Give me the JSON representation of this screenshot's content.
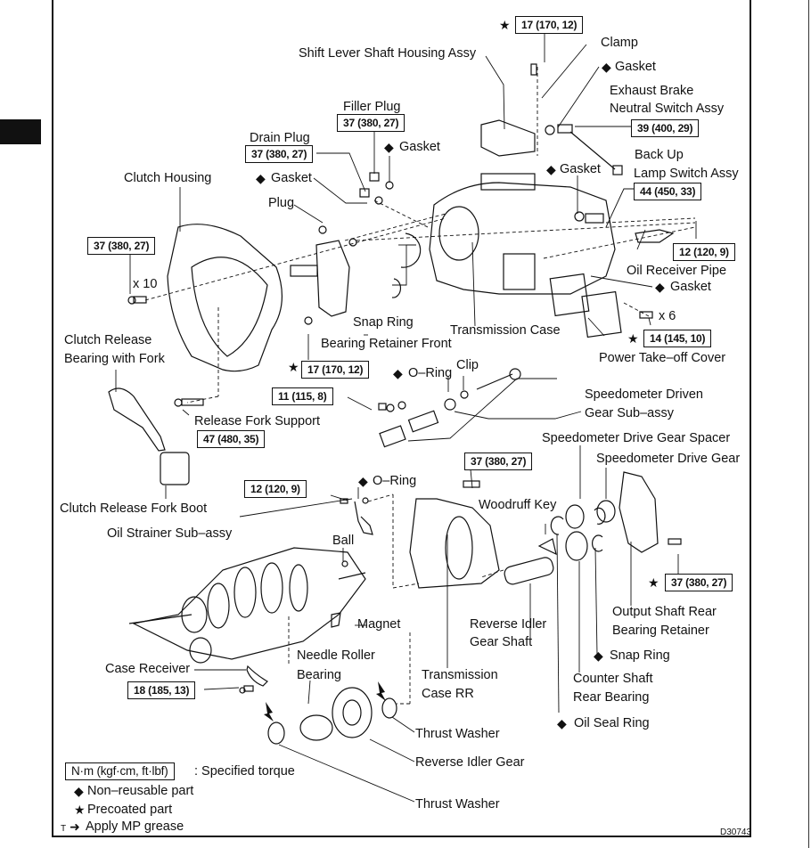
{
  "diagram": {
    "code": "D30743",
    "parts": {
      "shift_lever": "Shift Lever Shaft Housing Assy",
      "clamp": "Clamp",
      "gasket": "Gasket",
      "exhaust_brake_1": "Exhaust Brake",
      "exhaust_brake_2": "Neutral Switch Assy",
      "back_up_1": "Back Up",
      "back_up_2": "Lamp Switch Assy",
      "filler_plug": "Filler Plug",
      "drain_plug": "Drain Plug",
      "clutch_housing": "Clutch Housing",
      "plug": "Plug",
      "x10": "x 10",
      "x6": "x 6",
      "oil_receiver_pipe": "Oil Receiver Pipe",
      "snap_ring": "Snap Ring",
      "bearing_retainer_front": "Bearing Retainer Front",
      "transmission_case": "Transmission Case",
      "power_takeoff_cover": "Power Take–off Cover",
      "clutch_release_1": "Clutch Release",
      "clutch_release_2": "Bearing with Fork",
      "o_ring": "O–Ring",
      "clip": "Clip",
      "speedo_driven_1": "Speedometer Driven",
      "speedo_driven_2": "Gear Sub–assy",
      "release_fork_support": "Release Fork Support",
      "speedo_drive_spacer": "Speedometer Drive Gear Spacer",
      "speedo_drive_gear": "Speedometer Drive Gear",
      "clutch_release_fork_boot": "Clutch Release Fork Boot",
      "oil_strainer": "Oil Strainer Sub–assy",
      "woodruff_key": "Woodruff Key",
      "ball": "Ball",
      "magnet": "Magnet",
      "output_shaft_1": "Output Shaft Rear",
      "output_shaft_2": "Bearing Retainer",
      "reverse_idler_shaft_1": "Reverse Idler",
      "reverse_idler_shaft_2": "Gear Shaft",
      "case_receiver": "Case Receiver",
      "needle_roller_1": "Needle Roller",
      "needle_roller_2": "Bearing",
      "trans_case_rr_1": "Transmission",
      "trans_case_rr_2": "Case RR",
      "counter_shaft_1": "Counter Shaft",
      "counter_shaft_2": "Rear Bearing",
      "oil_seal_ring": "Oil Seal Ring",
      "thrust_washer": "Thrust Washer",
      "reverse_idler_gear": "Reverse Idler Gear"
    },
    "torques": {
      "shift_lever_bolt": "17 (170, 12)",
      "exhaust_brake_switch": "39 (400, 29)",
      "filler_plug": "37 (380, 27)",
      "drain_plug": "37 (380, 27)",
      "back_up_switch": "44 (450, 33)",
      "clutch_housing_bolt": "37 (380, 27)",
      "oil_receiver_pipe": "12 (120, 9)",
      "ptc_bolt": "14 (145, 10)",
      "bearing_retainer_bolt": "17 (170, 12)",
      "speedo_bolt": "11 (115, 8)",
      "release_fork_support": "47 (480, 35)",
      "oil_strainer_bolt": "12 (120, 9)",
      "case_rr_bolt": "37 (380, 27)",
      "output_retainer_bolt": "37 (380, 27)",
      "case_receiver_bolt": "18 (185, 13)"
    },
    "symbols": {
      "diamond": "◆",
      "star": "★",
      "arrow": "➜"
    }
  },
  "legend": {
    "torque_unit": "N·m (kgf·cm, ft·lbf)",
    "torque_desc": ": Specified torque",
    "non_reusable": "Non–reusable part",
    "precoated": "Precoated part",
    "grease": "Apply MP grease",
    "grease_prefix": "T"
  }
}
